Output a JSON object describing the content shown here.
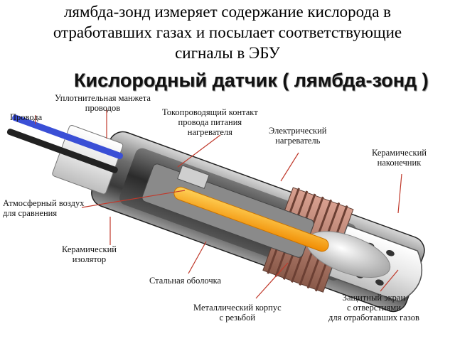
{
  "caption": {
    "line1": "лямбда-зонд измеряет содержание кислорода в",
    "line2": "отработавших газах и посылает соответствующие",
    "line3": "сигналы в ЭБУ"
  },
  "diagram": {
    "title": "Кислородный датчик ( лямбда-зонд )",
    "labels": {
      "cuff": [
        "Уплотнительная манжета",
        "проводов"
      ],
      "wires": [
        "Провода"
      ],
      "contact": [
        "Токопроводящий контакт",
        "провода питания",
        "нагревателя"
      ],
      "heater": [
        "Электрический",
        "нагреватель"
      ],
      "tip": [
        "Керамический",
        "наконечник"
      ],
      "air": [
        "Атмосферный воздух",
        "для сравнения"
      ],
      "insulator": [
        "Керамический",
        "изолятор"
      ],
      "shell": [
        "Стальная оболочка"
      ],
      "body": [
        "Металлический корпус",
        "с резьбой"
      ],
      "shield": [
        "Защитный экран",
        "с отверстиями",
        "для отработавших газов"
      ]
    },
    "colors": {
      "leader": "#c0392b",
      "heater": "#f5a623",
      "wire": "#3a4fd6"
    }
  }
}
